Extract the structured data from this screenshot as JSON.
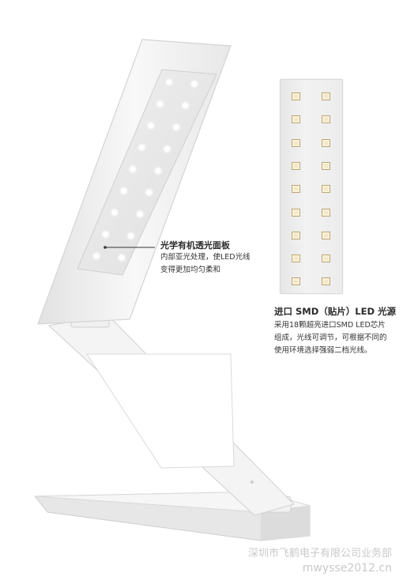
{
  "callouts": {
    "panel": {
      "title": "光学有机透光面板",
      "lines": [
        "内部亚光处理，使LED光线",
        "变得更加均匀柔和"
      ]
    },
    "smd": {
      "title": "进口 SMD（贴片）LED 光源",
      "lines": [
        "采用18颗超亮进口SMD LED芯片",
        "组成，光线可调节，可根据不同的",
        "使用环境选择强弱二档光线。"
      ]
    }
  },
  "watermark": {
    "line1": "深圳市飞鹤电子有限公司业务部",
    "line2": "mwysse2012.cn"
  },
  "led_board": {
    "rows": 9,
    "columns": 2
  },
  "colors": {
    "lamp_body": "#f4f4f4",
    "lamp_outline": "#d6d6d6",
    "led_glow": "#ffffff"
  }
}
